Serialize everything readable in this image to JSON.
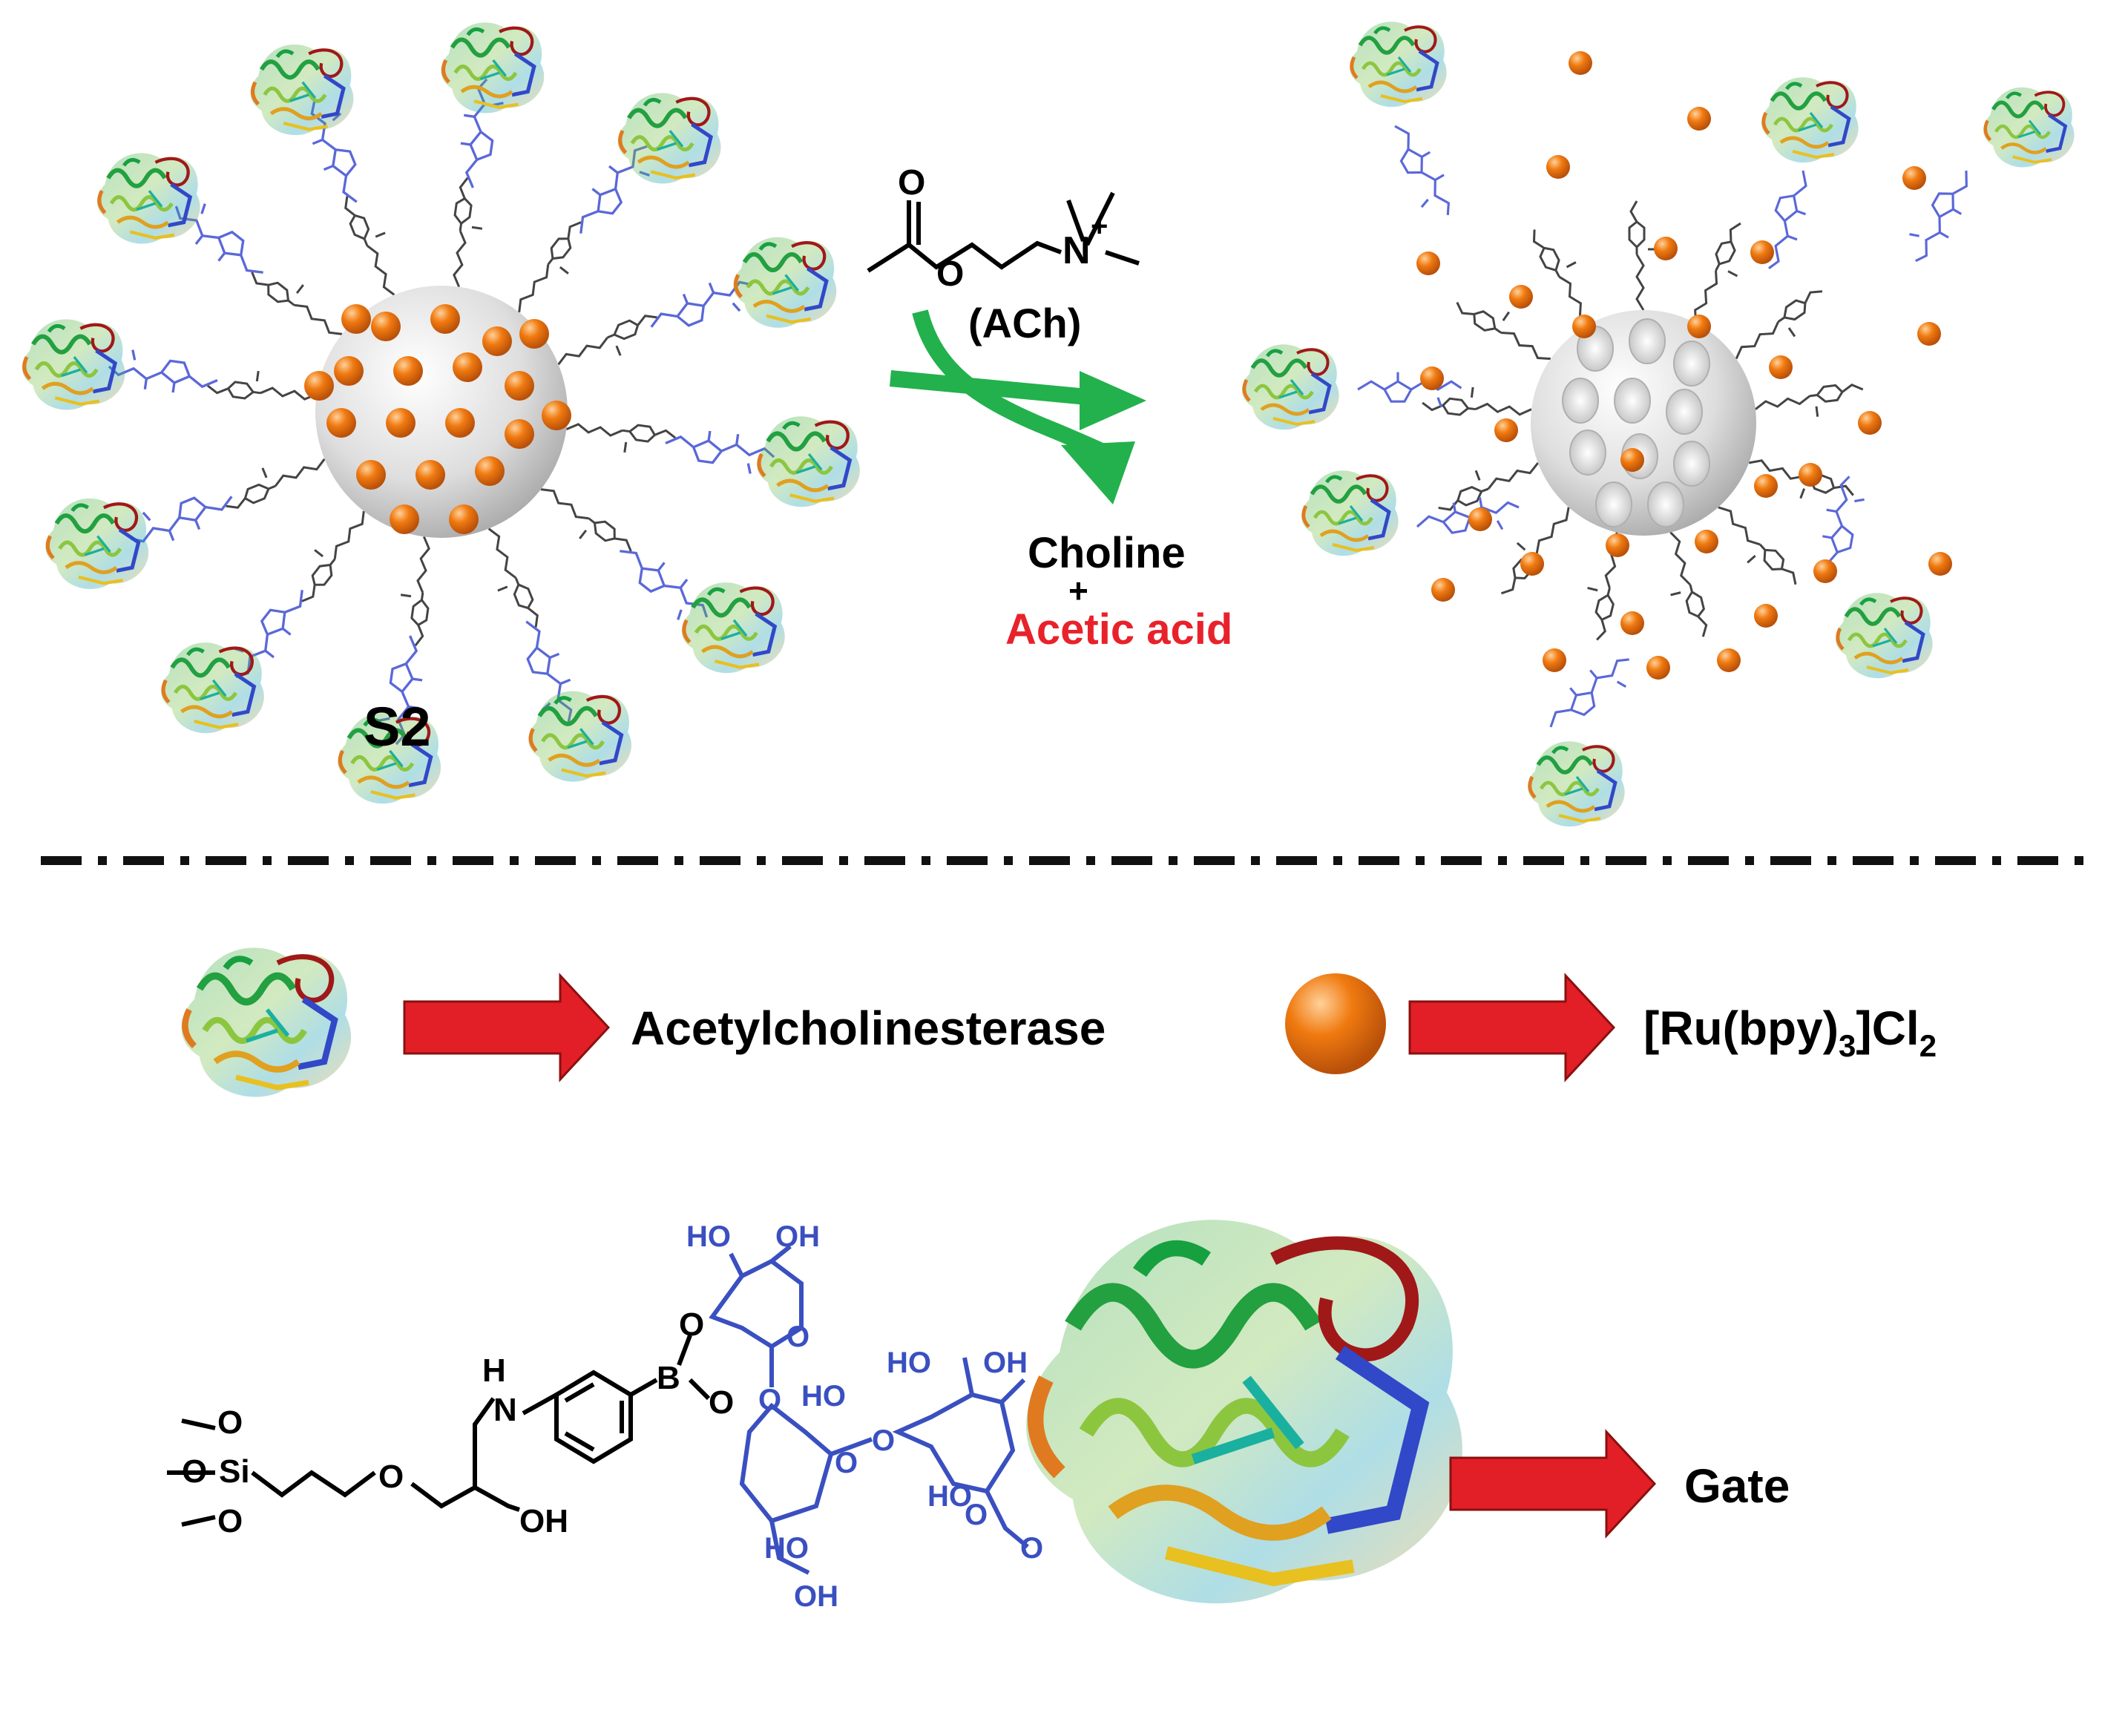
{
  "scheme": {
    "before_label": "S2",
    "reagent_label": "(ACh)",
    "n_plus": "N",
    "plus_sign": "+",
    "o_carbonyl": "O",
    "o_ester": "O",
    "product_1": "Choline",
    "plus": "+",
    "product_2": "Acetic acid",
    "product_2_color": "#e8222b",
    "arrow_color": "#22b14c"
  },
  "legend": {
    "enzyme_label": "Acetylcholinesterase",
    "dye_main": "[Ru(bpy)",
    "dye_sub1": "3",
    "dye_mid": "]Cl",
    "dye_sub2": "2",
    "gate_label": "Gate",
    "arrow_color": "#e21f26"
  },
  "gate_structure": {
    "si": "Si",
    "o1": "O",
    "o2": "O",
    "o3": "O",
    "o_ether": "O",
    "nh": "H",
    "n": "N",
    "oh_chain": "OH",
    "b": "B",
    "ob1": "O",
    "ob2": "O",
    "sugar": {
      "ho1": "HO",
      "oh1": "OH",
      "o_ring1": "O",
      "o_link1": "O",
      "ho2": "HO",
      "o_ring2": "O",
      "ho3": "HO",
      "oh3": "OH",
      "o_link2": "O",
      "ho4": "HO",
      "oh4": "OH",
      "ho5": "HO",
      "o_ring3": "O",
      "o_link3": "O",
      "color": "#3a4fc0"
    }
  },
  "colors": {
    "sphere_orange": "#f07a10",
    "silica_grey": "#d8d8d8",
    "linker_blue": "#5060d0",
    "linker_grey": "#444444"
  }
}
